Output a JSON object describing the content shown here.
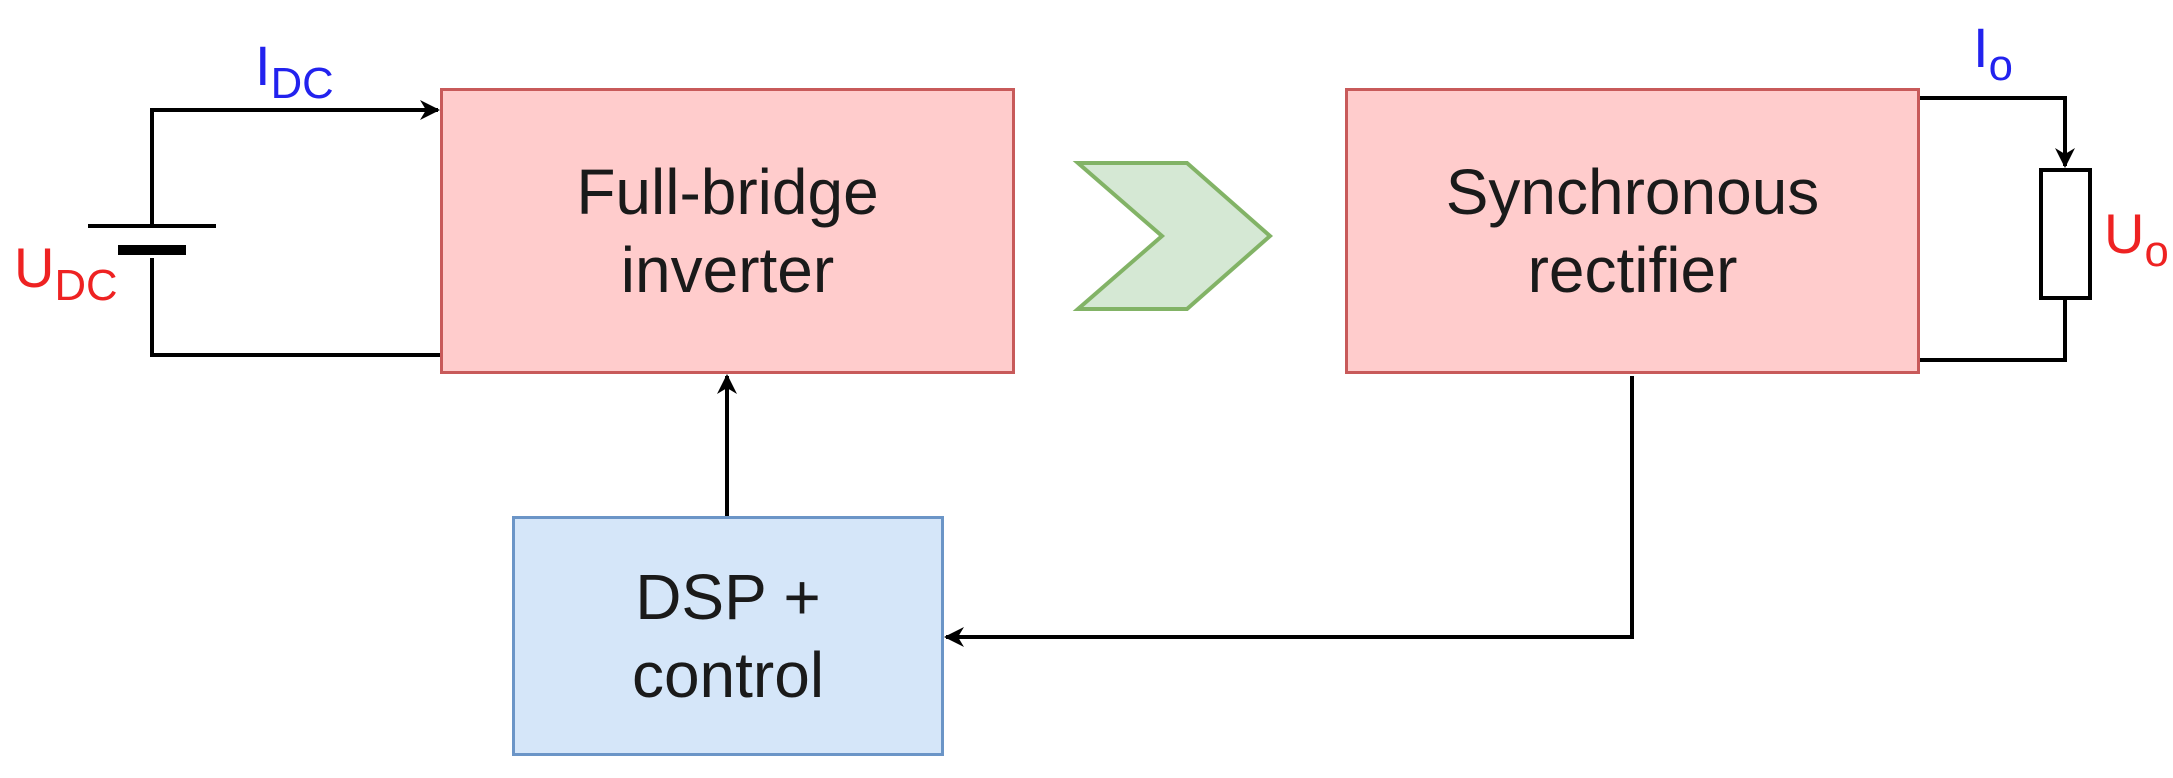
{
  "colors": {
    "block_fill_red": "#ffcccc",
    "block_border_red": "#c85a5a",
    "block_fill_blue": "#d5e6f9",
    "block_border_blue": "#6b95c7",
    "chevron_fill": "#d5e8d4",
    "chevron_border": "#82b366",
    "wire": "#000000",
    "voltage_label": "#ee2222",
    "current_label": "#2222ee"
  },
  "blocks": {
    "inverter": {
      "line1": "Full-bridge",
      "line2": "inverter"
    },
    "rectifier": {
      "line1": "Synchronous",
      "line2": "rectifier"
    },
    "controller": {
      "line1": "DSP +",
      "line2": "control"
    }
  },
  "labels": {
    "idc": {
      "main": "I",
      "sub": "DC"
    },
    "udc": {
      "main": "U",
      "sub": "DC"
    },
    "io": {
      "main": "I",
      "sub": "o"
    },
    "uo": {
      "main": "U",
      "sub": "o"
    }
  }
}
